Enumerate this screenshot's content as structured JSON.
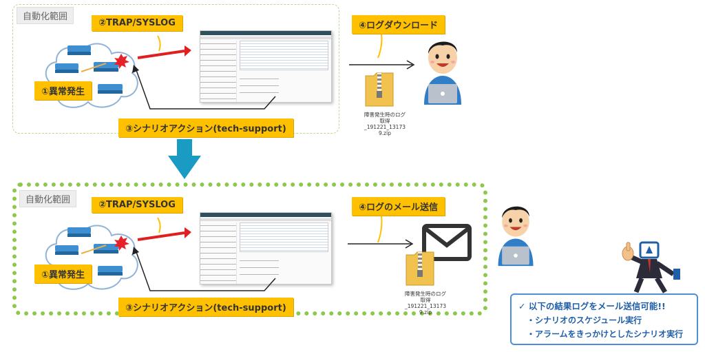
{
  "top": {
    "scope_label": "自動化範囲",
    "step1": "①異常発生",
    "step2": "②TRAP/SYSLOG",
    "step3": "③シナリオアクション(tech-support)",
    "step4": "④ログダウンロード",
    "zip_label": "障害発生時のログ取得\n_191221_13173\n9.zip"
  },
  "bottom": {
    "scope_label": "自動化範囲",
    "step1": "①異常発生",
    "step2": "②TRAP/SYSLOG",
    "step3": "③シナリオアクション(tech-support)",
    "step4": "④ログのメール送信",
    "zip_label": "障害発生時のログ取得\n_191221_13173\n9.zip"
  },
  "info": {
    "title": "✓ 以下の結果ログをメール送信可能!!",
    "items": [
      "・シナリオのスケジュール実行",
      "・アラームをきっかけとしたシナリオ実行"
    ]
  },
  "icons": [
    "network-cloud-icon",
    "alert-burst-icon",
    "zip-folder-icon",
    "person-with-laptop-icon",
    "envelope-icon",
    "down-arrow-icon",
    "thumbs-up-mascot-icon"
  ],
  "colors": {
    "step_tag": "#ffc000",
    "red_arrow": "#e02020",
    "panel_green": "#8cc84b",
    "down_arrow": "#1a9bc4",
    "info_text": "#1f5fa8"
  }
}
